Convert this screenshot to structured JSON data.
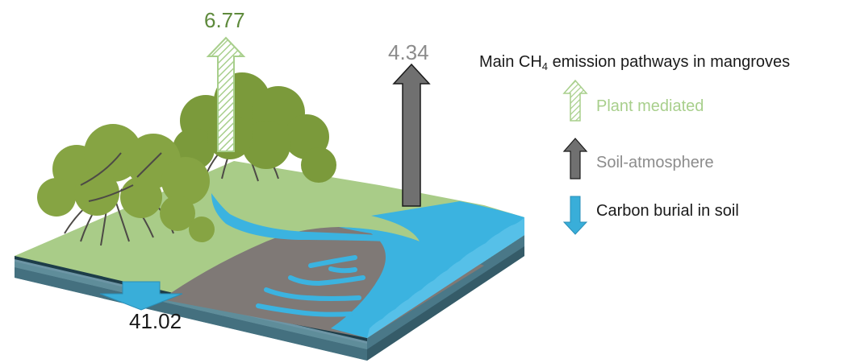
{
  "legend": {
    "title_prefix": "Main CH",
    "title_subscript": "4",
    "title_suffix": " emission pathways in mangroves",
    "items": [
      {
        "label": "Plant mediated",
        "icon": "hatched-up-arrow-icon",
        "color": "#a8cf8c"
      },
      {
        "label": "Soil-atmosphere",
        "icon": "grey-up-arrow-icon",
        "color": "#8c8c8c"
      },
      {
        "label": "Carbon burial in soil",
        "icon": "blue-down-arrow-icon",
        "color": "#1a1a1a"
      }
    ]
  },
  "flows": {
    "plant_mediated": {
      "value": "6.77",
      "color": "#5e8a3c"
    },
    "soil_atmosphere": {
      "value": "4.34",
      "color": "#8c8c8c"
    },
    "carbon_burial": {
      "value": "41.02",
      "color": "#1a1a1a"
    }
  },
  "colors": {
    "grass": "#a9cc88",
    "water": "#3bb3e0",
    "mud": "#807a76",
    "soil_top": "#6f96a6",
    "soil_dark": "#3f6472",
    "tree_foliage": "#7d9a3c",
    "arrow_grey": "#707070",
    "arrow_blue": "#39aed9"
  }
}
